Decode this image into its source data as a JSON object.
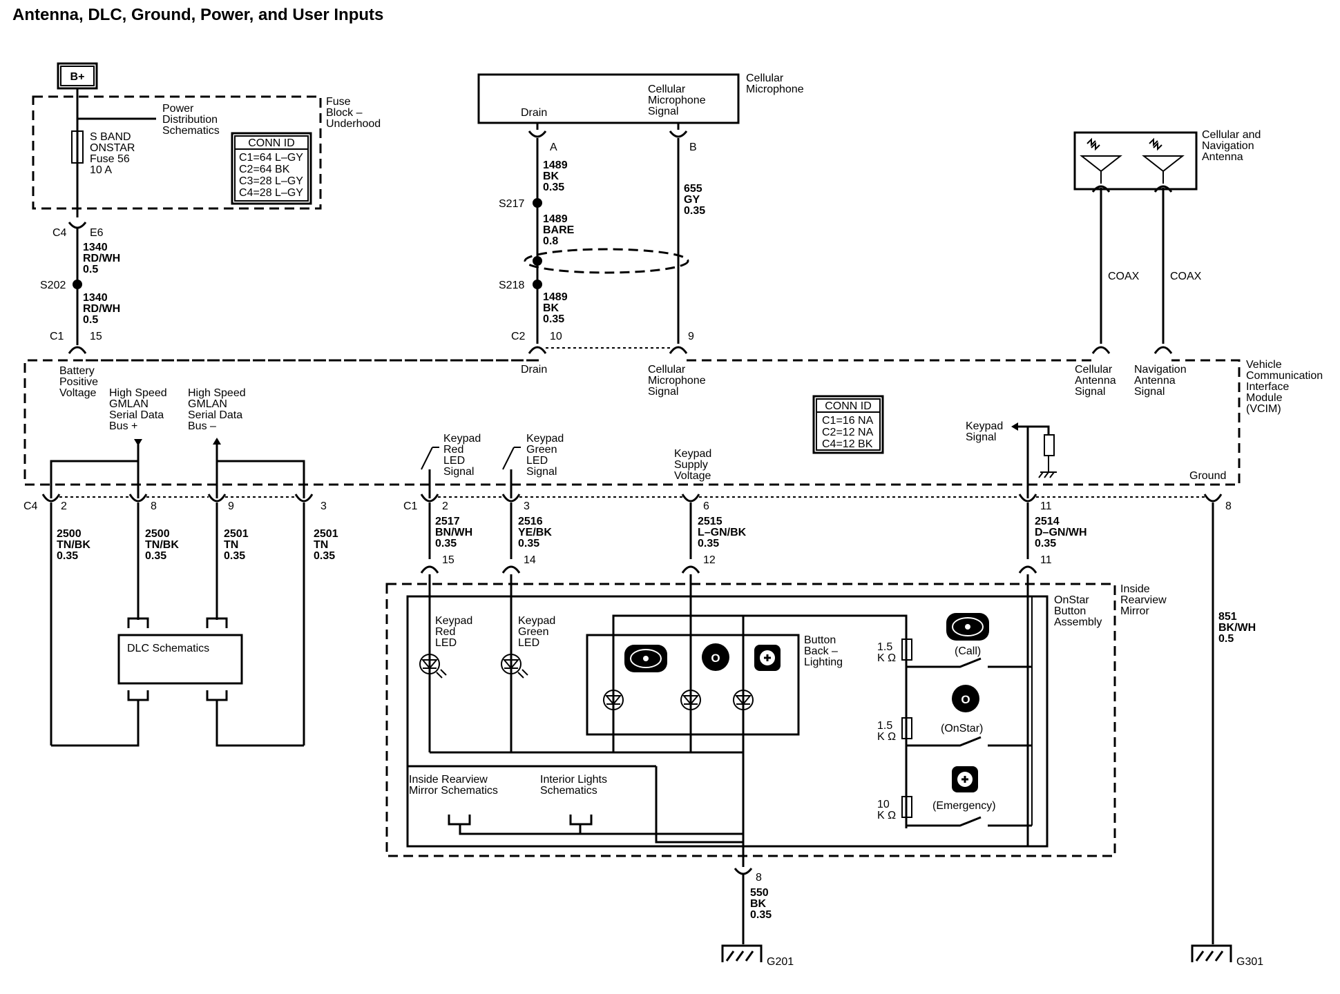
{
  "title": "Antenna, DLC, Ground, Power, and User Inputs",
  "fuse_block": {
    "bplus": "B+",
    "ref": [
      "Power",
      "Distribution",
      "Schematics"
    ],
    "name": [
      "Fuse",
      "Block –",
      "Underhood"
    ],
    "fuse": [
      "S BAND",
      "ONSTAR",
      "Fuse 56",
      "10 A"
    ],
    "conn_title": "CONN ID",
    "conn_rows": [
      "C1=64 L–GY",
      "C2=64 BK",
      "C3=28 L–GY",
      "C4=28 L–GY"
    ]
  },
  "power_circuit": {
    "conn_top": "C4",
    "pin_top": "E6",
    "wire1": [
      "1340",
      "RD/WH",
      "0.5"
    ],
    "splice": "S202",
    "wire2": [
      "1340",
      "RD/WH",
      "0.5"
    ],
    "conn_bot": "C1",
    "pin_bot": "15"
  },
  "microphone": {
    "name": [
      "Cellular",
      "Microphone"
    ],
    "pin_drain": "Drain",
    "pin_signal": [
      "Cellular",
      "Microphone",
      "Signal"
    ],
    "pin_a": "A",
    "pin_b": "B",
    "wire_a1": [
      "1489",
      "BK",
      "0.35"
    ],
    "splice1": "S217",
    "wire_a2": [
      "1489",
      "BARE",
      "0.8"
    ],
    "splice2": "S218",
    "wire_a3": [
      "1489",
      "BK",
      "0.35"
    ],
    "wire_b": [
      "655",
      "GY",
      "0.35"
    ],
    "conn": "C2",
    "pin_10": "10",
    "pin_9": "9"
  },
  "antenna": {
    "name": [
      "Cellular and",
      "Navigation",
      "Antenna"
    ],
    "coax1": "COAX",
    "coax2": "COAX"
  },
  "vcim": {
    "name": [
      "Vehicle",
      "Communication",
      "Interface",
      "Module",
      "(VCIM)"
    ],
    "battery": [
      "Battery",
      "Positive",
      "Voltage"
    ],
    "drain": "Drain",
    "mic_signal": [
      "Cellular",
      "Microphone",
      "Signal"
    ],
    "cell_ant": [
      "Cellular",
      "Antenna",
      "Signal"
    ],
    "nav_ant": [
      "Navigation",
      "Antenna",
      "Signal"
    ],
    "gmlan_plus": [
      "High Speed",
      "GMLAN",
      "Serial Data",
      "Bus +"
    ],
    "gmlan_minus": [
      "High Speed",
      "GMLAN",
      "Serial Data",
      "Bus –"
    ],
    "red_led": [
      "Keypad",
      "Red",
      "LED",
      "Signal"
    ],
    "green_led": [
      "Keypad",
      "Green",
      "LED",
      "Signal"
    ],
    "supply": [
      "Keypad",
      "Supply",
      "Voltage"
    ],
    "keypad_signal": [
      "Keypad",
      "Signal"
    ],
    "ground": "Ground",
    "conn_title": "CONN ID",
    "conn_rows": [
      "C1=16 NA",
      "C2=12 NA",
      "C4=12 BK"
    ]
  },
  "lower_pins": {
    "c4": "C4",
    "c1": "C1",
    "p2": "2",
    "p8": "8",
    "p9": "9",
    "p3": "3",
    "q2": "2",
    "q3": "3",
    "q6": "6",
    "q11": "11",
    "q8": "8"
  },
  "dlc_wires": {
    "w2": [
      "2500",
      "TN/BK",
      "0.35"
    ],
    "w8": [
      "2500",
      "TN/BK",
      "0.35"
    ],
    "w9": [
      "2501",
      "TN",
      "0.35"
    ],
    "w3": [
      "2501",
      "TN",
      "0.35"
    ],
    "dlc": "DLC Schematics"
  },
  "keypad_wires": {
    "red": [
      "2517",
      "BN/WH",
      "0.35"
    ],
    "green": [
      "2516",
      "YE/BK",
      "0.35"
    ],
    "supply": [
      "2515",
      "L–GN/BK",
      "0.35"
    ],
    "signal": [
      "2514",
      "D–GN/WH",
      "0.35"
    ],
    "ground": [
      "851",
      "BK/WH",
      "0.5"
    ],
    "pin15": "15",
    "pin14": "14",
    "pin12": "12",
    "pin11": "11"
  },
  "mirror": {
    "name": [
      "Inside",
      "Rearview",
      "Mirror"
    ],
    "assembly": [
      "OnStar",
      "Button",
      "Assembly"
    ],
    "red_led": [
      "Keypad",
      "Red",
      "LED"
    ],
    "green_led": [
      "Keypad",
      "Green",
      "LED"
    ],
    "backlight": [
      "Button",
      "Back –",
      "Lighting"
    ],
    "r1": [
      "1.5",
      "K Ω"
    ],
    "r2": [
      "1.5",
      "K Ω"
    ],
    "r3": [
      "10",
      "K Ω"
    ],
    "call": "(Call)",
    "onstar": "(OnStar)",
    "emergency": "(Emergency)",
    "mirror_ref": [
      "Inside Rearview",
      "Mirror Schematics"
    ],
    "lights_ref": [
      "Interior Lights",
      "Schematics"
    ],
    "pin8": "8",
    "gnd_wire": [
      "550",
      "BK",
      "0.35"
    ]
  },
  "grounds": {
    "g201": "G201",
    "g301": "G301"
  }
}
